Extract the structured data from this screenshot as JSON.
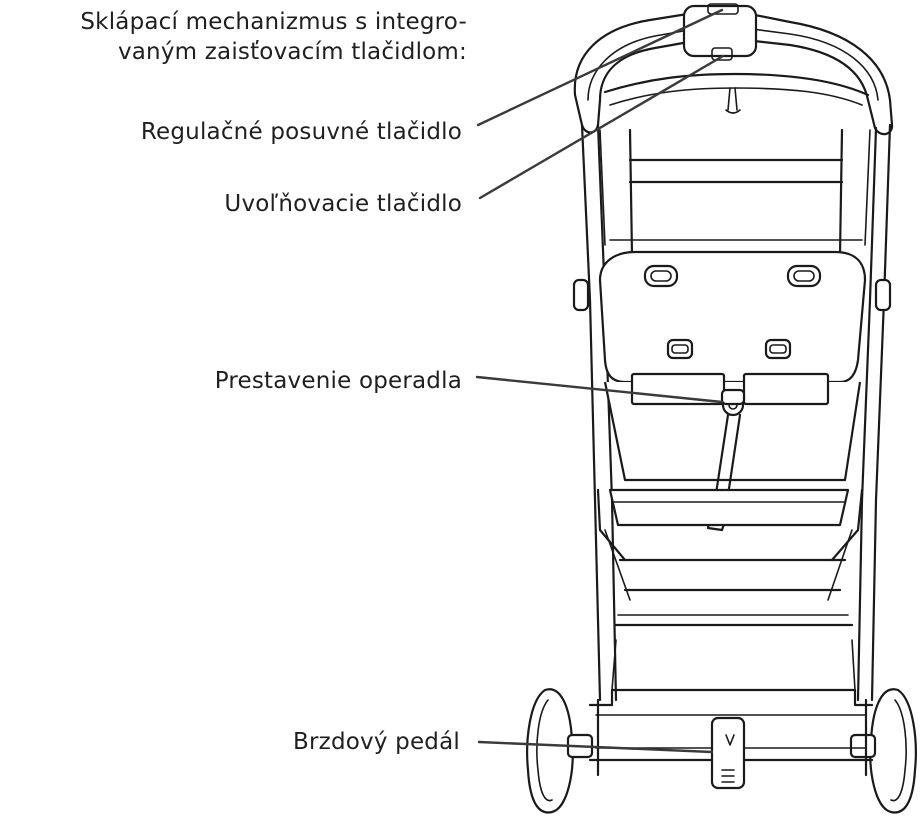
{
  "labels": {
    "fold_mechanism": {
      "line1": "Sklápací mechanizmus s integro-",
      "line2": "vaným zaisťovacím tlačidlom:"
    },
    "adjust_slider": "Regulačné posuvné tlačidlo",
    "release_button": "Uvoľňovacie tlačidlo",
    "backrest_adjust": "Prestavenie operadla",
    "brake_pedal": "Brzdový pedál"
  }
}
